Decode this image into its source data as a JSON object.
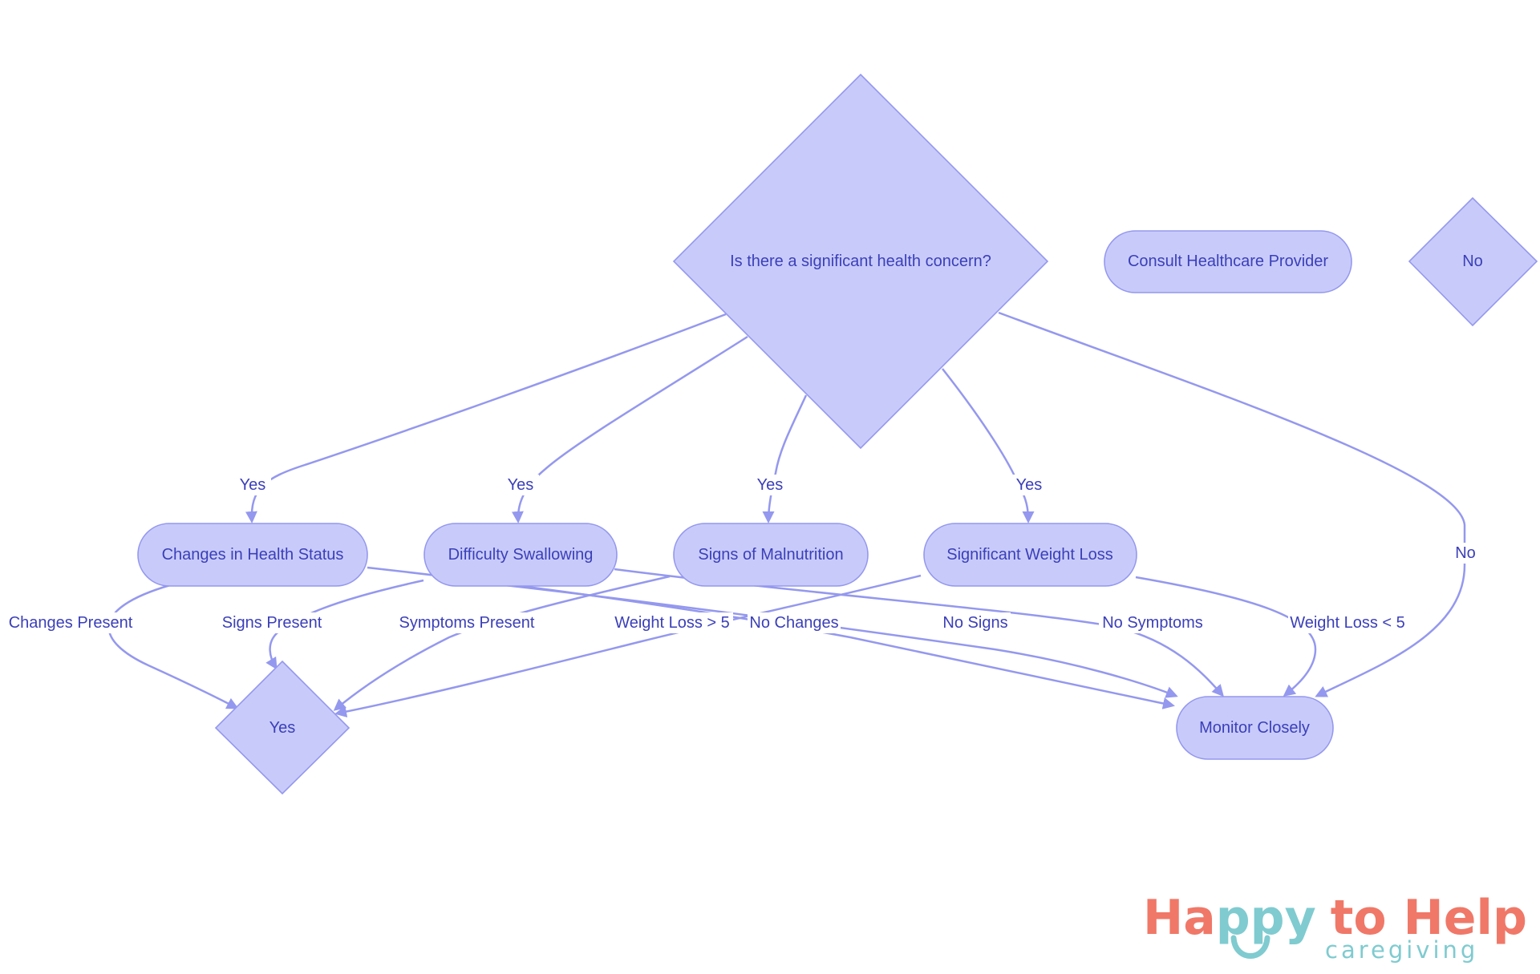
{
  "colors": {
    "node_fill": "#c8cbfa",
    "node_stroke": "#9498ee",
    "edge": "#9498ee",
    "text": "#3b3fb8",
    "logo_coral": "#f07868",
    "logo_teal": "#7fcbd0"
  },
  "nodes": {
    "root": "Is there a significant health concern?",
    "consult": "Consult Healthcare Provider",
    "no_decision": "No",
    "changes": "Changes in Health Status",
    "swallowing": "Difficulty Swallowing",
    "malnutrition": "Signs of Malnutrition",
    "weight_loss": "Significant Weight Loss",
    "yes_decision": "Yes",
    "monitor": "Monitor Closely"
  },
  "edge_labels": {
    "yes_1": "Yes",
    "yes_2": "Yes",
    "yes_3": "Yes",
    "yes_4": "Yes",
    "no": "No",
    "changes_present": "Changes Present",
    "signs_present": "Signs Present",
    "symptoms_present": "Symptoms Present",
    "weight_gt": "Weight Loss > 5",
    "no_changes": "No Changes",
    "no_signs": "No Signs",
    "no_symptoms": "No Symptoms",
    "weight_lt": "Weight Loss < 5"
  },
  "logo": {
    "text_coral_1": "Ha",
    "text_teal": "ppy",
    "text_coral_2": "to Help",
    "subtitle": "caregiving"
  }
}
